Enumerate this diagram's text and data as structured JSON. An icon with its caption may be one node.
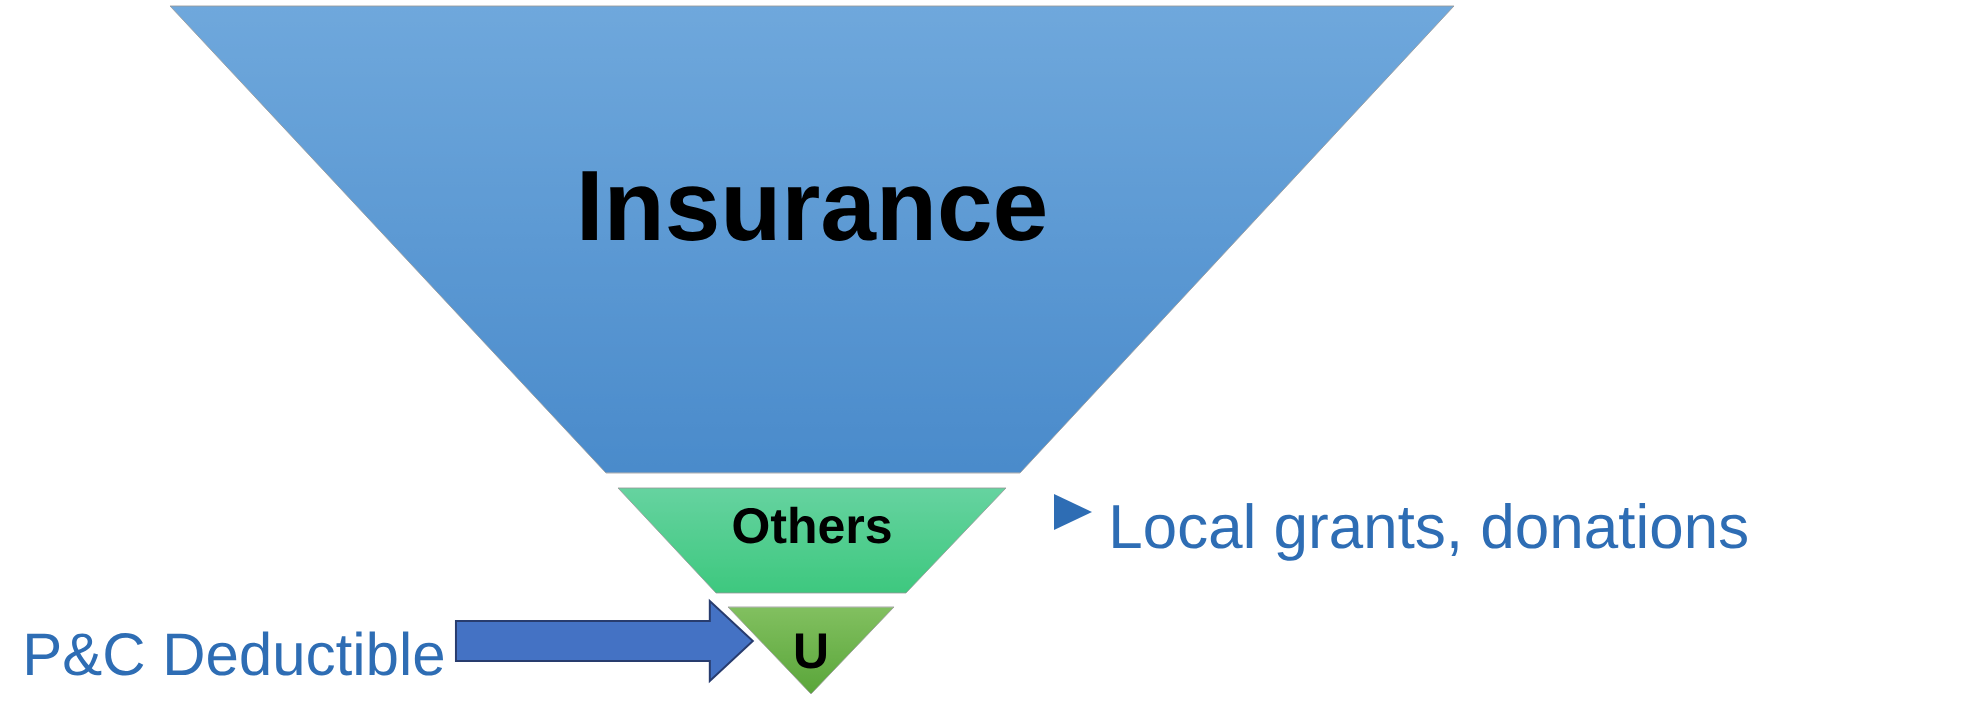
{
  "diagram": {
    "nodes": [
      {
        "text": [
          "Insurance"
        ]
      },
      {
        "text": [
          "Others"
        ]
      },
      {
        "text": [
          "U"
        ]
      },
      {
        "text": [
          "P&C Deductible"
        ]
      }
    ],
    "edges": [
      {
        "from": 3,
        "to": 2,
        "arrow": "to",
        "style": "thick",
        "color": "#4472c4"
      }
    ],
    "labels": [
      "Local grants, donations"
    ]
  }
}
